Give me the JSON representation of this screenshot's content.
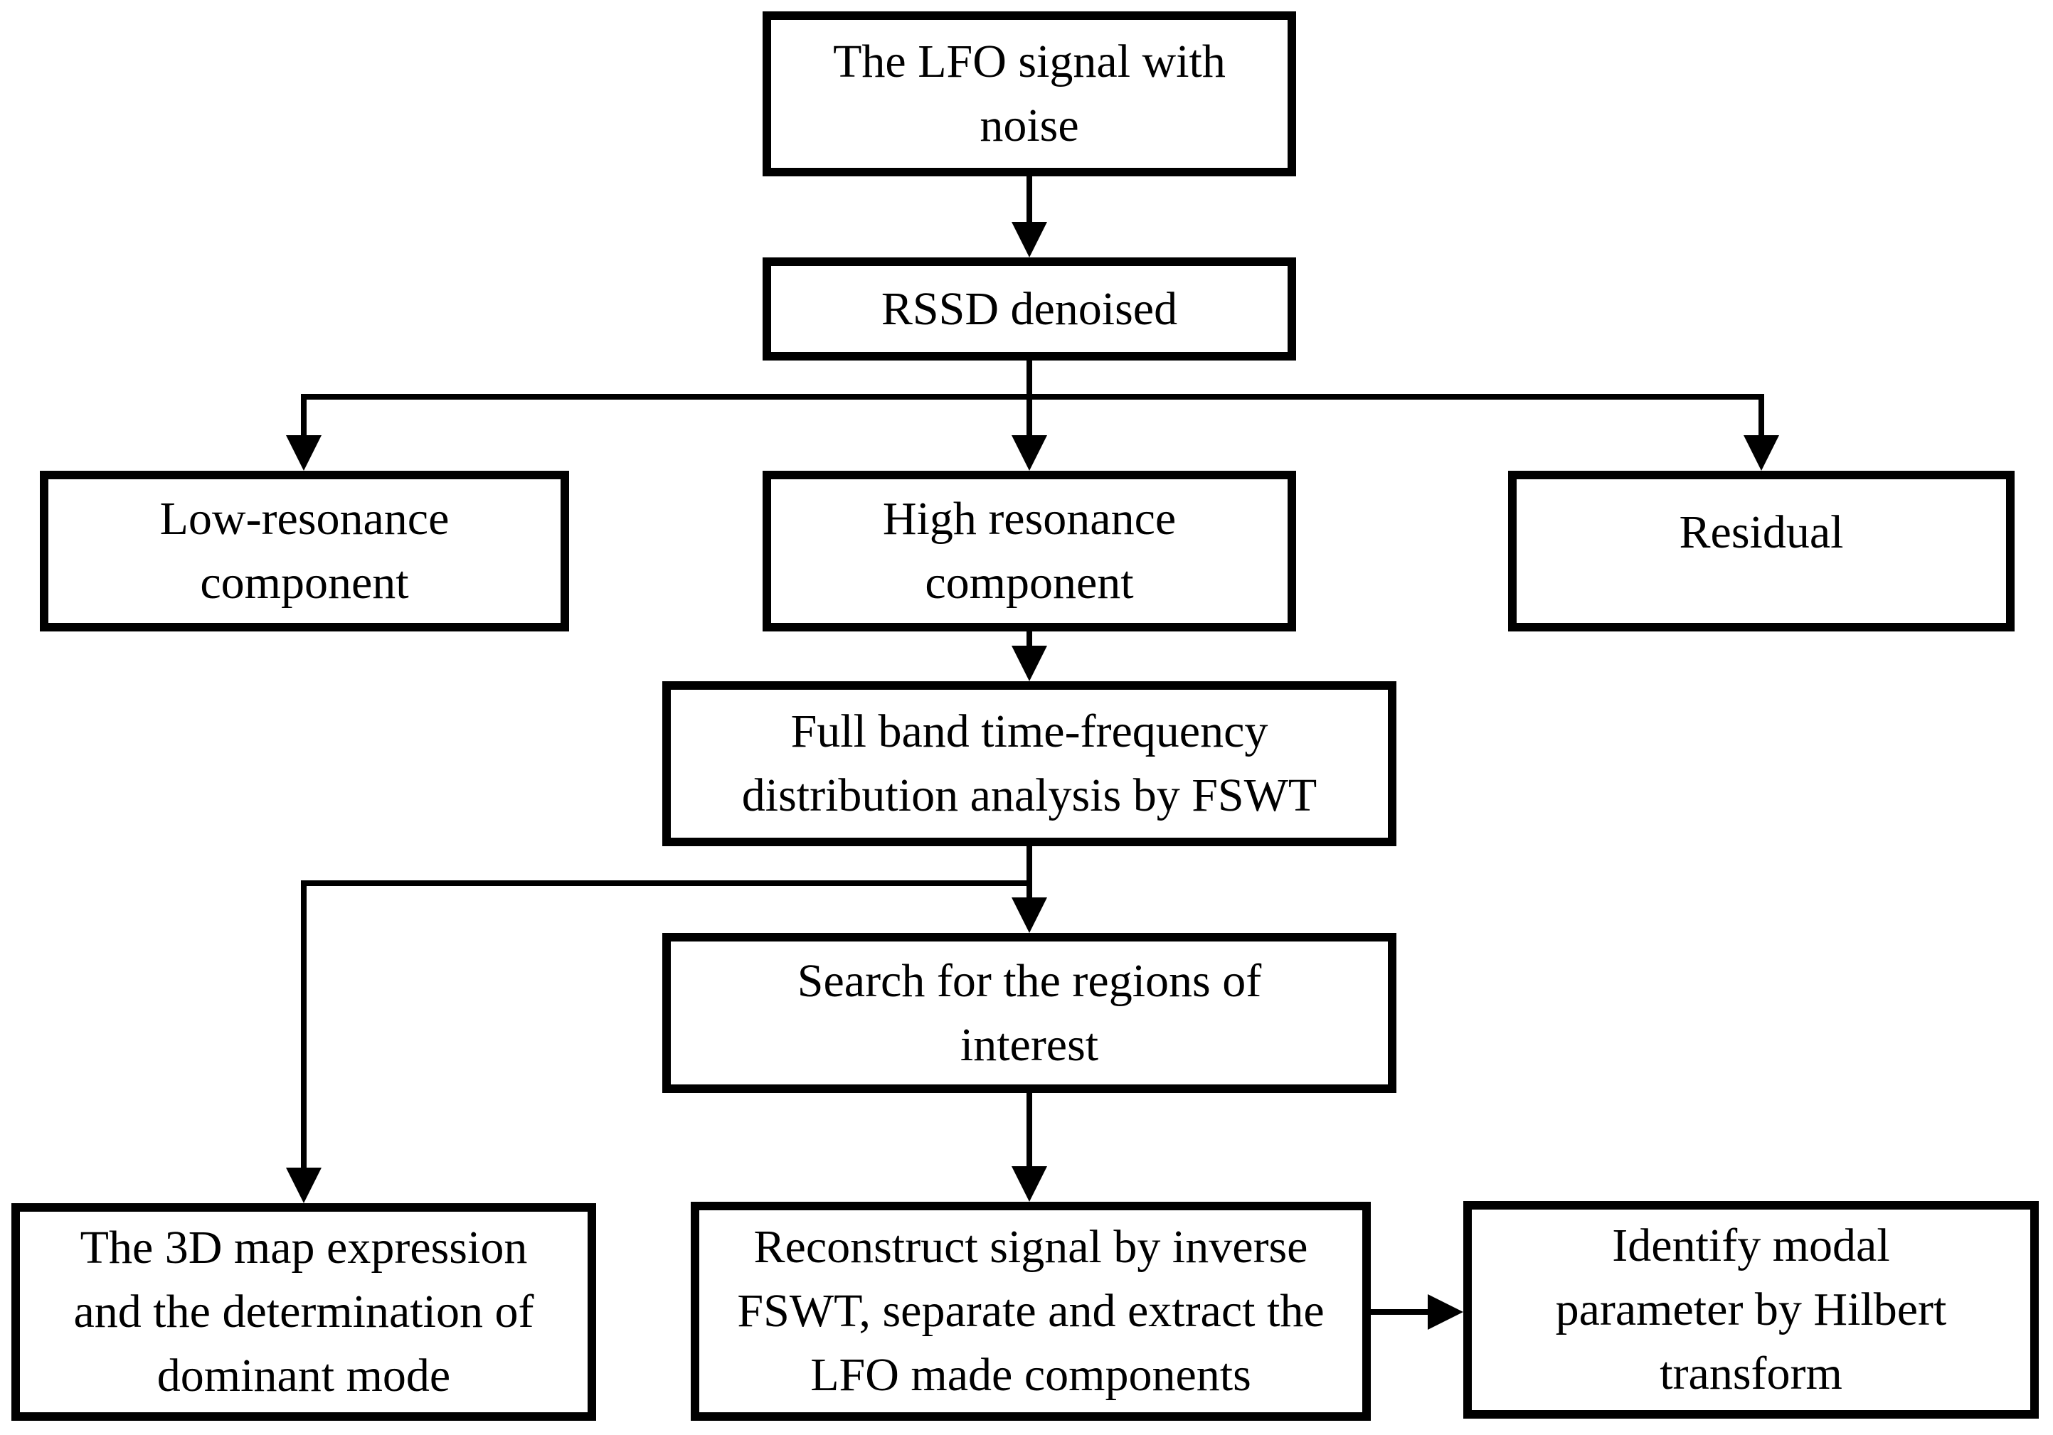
{
  "diagram": {
    "type": "flowchart",
    "colors": {
      "line": "#000000",
      "box_fill": "#ffffff",
      "background": "#ffffff",
      "text": "#000000"
    },
    "nodes": {
      "lfo": {
        "lines": [
          "The LFO signal with",
          "noise"
        ]
      },
      "rssd": {
        "lines": [
          "RSSD denoised"
        ]
      },
      "lowres": {
        "lines": [
          "Low-resonance",
          "component"
        ]
      },
      "highres": {
        "lines": [
          "High resonance",
          "component"
        ]
      },
      "residual": {
        "lines": [
          "Residual"
        ]
      },
      "fswt": {
        "lines": [
          "Full band time-frequency",
          "distribution analysis by FSWT"
        ]
      },
      "search": {
        "lines": [
          "Search for the regions of",
          "interest"
        ]
      },
      "map3d": {
        "lines": [
          "The 3D map expression",
          "and the determination of",
          "dominant mode"
        ]
      },
      "reconstruct": {
        "lines": [
          "Reconstruct signal by inverse",
          "FSWT, separate and extract the",
          "LFO made components"
        ]
      },
      "identify": {
        "lines": [
          "Identify modal",
          "parameter by Hilbert",
          "transform"
        ]
      }
    },
    "edges": [
      {
        "from": "lfo",
        "to": "rssd"
      },
      {
        "from": "rssd",
        "to": "lowres"
      },
      {
        "from": "rssd",
        "to": "highres"
      },
      {
        "from": "rssd",
        "to": "residual"
      },
      {
        "from": "highres",
        "to": "fswt"
      },
      {
        "from": "fswt",
        "to": "search"
      },
      {
        "from": "fswt",
        "to": "map3d"
      },
      {
        "from": "search",
        "to": "reconstruct"
      },
      {
        "from": "reconstruct",
        "to": "identify"
      }
    ]
  }
}
